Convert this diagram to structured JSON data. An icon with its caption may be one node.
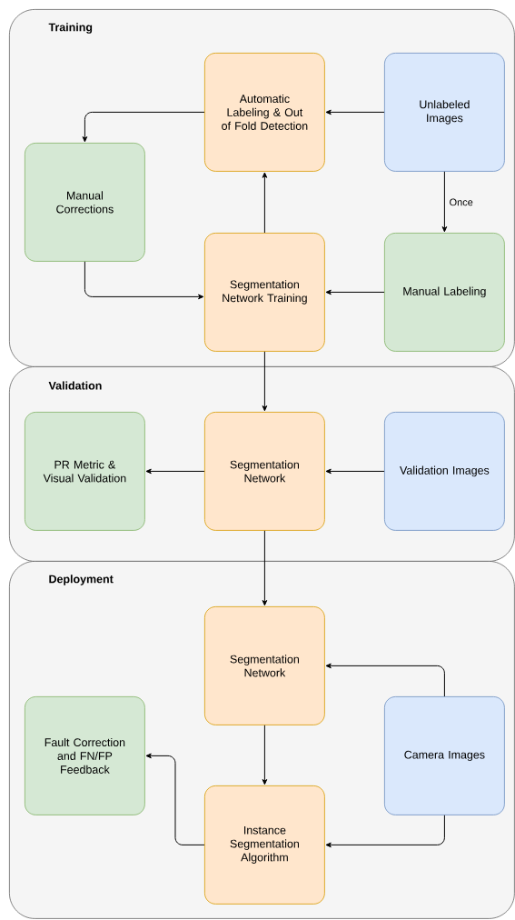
{
  "diagram": {
    "nodes": [
      {
        "text": [
          "Training"
        ]
      },
      {
        "text": [
          "Automatic Labeling & Out of Fold Detection"
        ],
        "in": 0
      },
      {
        "text": [
          "Unlabeled Images"
        ],
        "in": 0
      },
      {
        "text": [
          "Manual Corrections"
        ],
        "in": 0
      },
      {
        "text": [
          "Segmentation Network Training"
        ],
        "in": 0
      },
      {
        "text": [
          "Manual Labeling"
        ],
        "in": 0
      },
      {
        "text": [
          "Validation"
        ]
      },
      {
        "text": [
          "PR Metric & Visual Validation"
        ],
        "in": 6
      },
      {
        "text": [
          "Segmentation Network"
        ],
        "in": 6
      },
      {
        "text": [
          "Validation Images"
        ],
        "in": 6
      },
      {
        "text": [
          "Deployment"
        ]
      },
      {
        "text": [
          "Segmentation Network"
        ],
        "in": 10
      },
      {
        "text": [
          "Fault Correction and FN/FP Feedback"
        ],
        "in": 10
      },
      {
        "text": [
          "Camera Images"
        ],
        "in": 10
      },
      {
        "text": [
          "Instance Segmentation Algorithm"
        ],
        "in": 10
      }
    ],
    "edges": [
      {
        "from": 2,
        "to": 1,
        "arrow": "to"
      },
      {
        "from": 1,
        "to": 3,
        "arrow": "to"
      },
      {
        "from": 2,
        "to": 5,
        "arrow": "to",
        "label": "Once"
      },
      {
        "from": 5,
        "to": 4,
        "arrow": "to"
      },
      {
        "from": 3,
        "to": 4,
        "arrow": "to"
      },
      {
        "from": 4,
        "to": 1,
        "arrow": "to"
      },
      {
        "from": 4,
        "to": 8,
        "arrow": "to"
      },
      {
        "from": 9,
        "to": 8,
        "arrow": "to"
      },
      {
        "from": 8,
        "to": 7,
        "arrow": "to"
      },
      {
        "from": 8,
        "to": 11,
        "arrow": "to"
      },
      {
        "from": 13,
        "to": 11,
        "arrow": "to"
      },
      {
        "from": 11,
        "to": 14,
        "arrow": "to"
      },
      {
        "from": 13,
        "to": 14,
        "arrow": "to"
      },
      {
        "from": 14,
        "to": 12,
        "arrow": "to"
      }
    ]
  }
}
